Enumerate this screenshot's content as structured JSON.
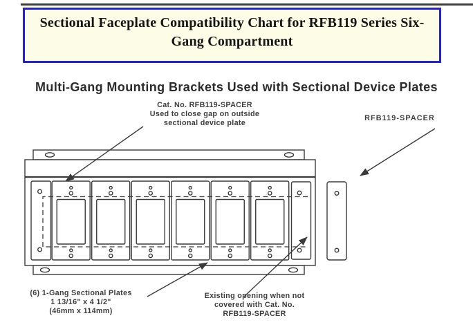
{
  "colors": {
    "title_border": "#2222cf",
    "title_bg": "#fdfce6",
    "diagram_line": "#3a3a3a",
    "title_text": "#141414",
    "heading_text": "#2b2b2b",
    "annotation_text": "#3d3d3d",
    "top_rule": "#3f3f3f"
  },
  "title_box": {
    "line1": "Sectional Faceplate Compatibility Chart for RFB119 Series Six-",
    "line2": "Gang Compartment"
  },
  "subtitle": "Multi-Gang Mounting Brackets Used with Sectional Device Plates",
  "annotations": {
    "spacer_usage": [
      "Cat. No. RFB119-SPACER",
      "Used to close gap on outside",
      "sectional device plate"
    ],
    "spacer_label": "RFB119-SPACER",
    "plates": [
      "(6) 1-Gang Sectional Plates",
      "1 13/16\" x 4 1/2\"",
      "(46mm x 114mm)"
    ],
    "existing_opening": [
      "Existing opening when not",
      "covered with Cat. No.",
      "RFB119-SPACER"
    ]
  },
  "diagram": {
    "plate_count": 6
  }
}
